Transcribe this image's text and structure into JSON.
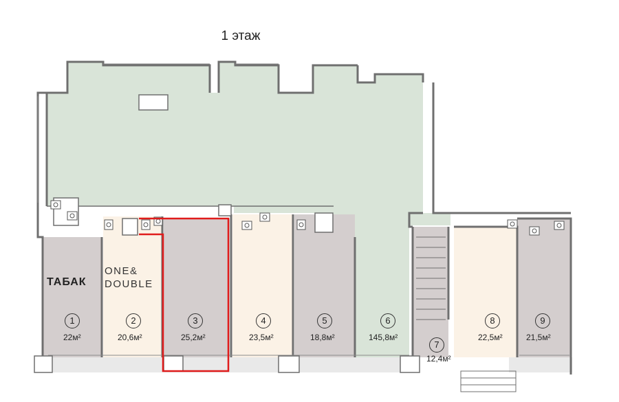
{
  "floor_title": "1 этаж",
  "colors": {
    "hall": "#d9e4d8",
    "room_gray": "#d4cece",
    "room_cream": "#fbf2e6",
    "wall": "#6f6f6f",
    "highlight": "#e01b1b"
  },
  "tenants": {
    "tabak": "ТАБАК",
    "one_double_line1": "ONE",
    "one_double_amp": "&",
    "one_double_line2": "DOUBLE"
  },
  "rooms": [
    {
      "id": "1",
      "number": "1",
      "area": "22м²"
    },
    {
      "id": "2",
      "number": "2",
      "area": "20,6м²"
    },
    {
      "id": "3",
      "number": "3",
      "area": "25,2м²",
      "highlighted": true
    },
    {
      "id": "4",
      "number": "4",
      "area": "23,5м²"
    },
    {
      "id": "5",
      "number": "5",
      "area": "18,8м²"
    },
    {
      "id": "6",
      "number": "6",
      "area": "145,8м²"
    },
    {
      "id": "7",
      "number": "7",
      "area": "12,4м²"
    },
    {
      "id": "8",
      "number": "8",
      "area": "22,5м²"
    },
    {
      "id": "9",
      "number": "9",
      "area": "21,5м²"
    }
  ]
}
